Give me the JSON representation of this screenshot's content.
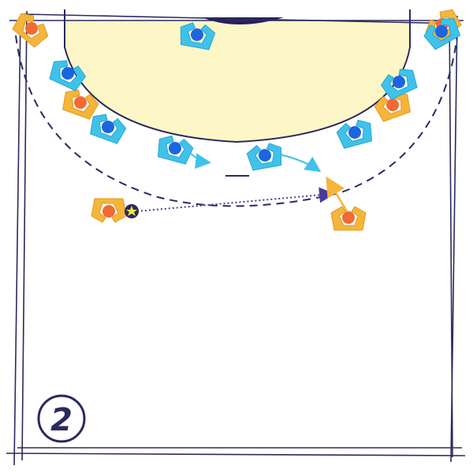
{
  "step_number": "2",
  "colors": {
    "court_line": "#2a2a5e",
    "zone_fill": "#fdf6c6",
    "attack_body": "#f5b53a",
    "attack_dot": "#f26a33",
    "defense_body": "#3fc2ea",
    "defense_dot": "#1a66e0",
    "pass_arrow": "#4a3a9c",
    "move_arrow_defense": "#3fc2ea",
    "move_arrow_attack": "#f5b53a",
    "ball": "#f7e43a"
  },
  "players": [
    {
      "team": "attack",
      "role": "left-wing"
    },
    {
      "team": "attack",
      "role": "right-wing"
    },
    {
      "team": "attack",
      "role": "left-back"
    },
    {
      "team": "attack",
      "role": "right-back-high"
    },
    {
      "team": "attack",
      "role": "ball-carrier",
      "has_ball": true
    },
    {
      "team": "attack",
      "role": "receiver"
    },
    {
      "team": "defense",
      "role": "goal-area-top"
    },
    {
      "team": "defense",
      "role": "left-1"
    },
    {
      "team": "defense",
      "role": "left-2"
    },
    {
      "team": "defense",
      "role": "left-3"
    },
    {
      "team": "defense",
      "role": "center-left"
    },
    {
      "team": "defense",
      "role": "center-right"
    },
    {
      "team": "defense",
      "role": "right-2"
    },
    {
      "team": "defense",
      "role": "right-1"
    }
  ]
}
